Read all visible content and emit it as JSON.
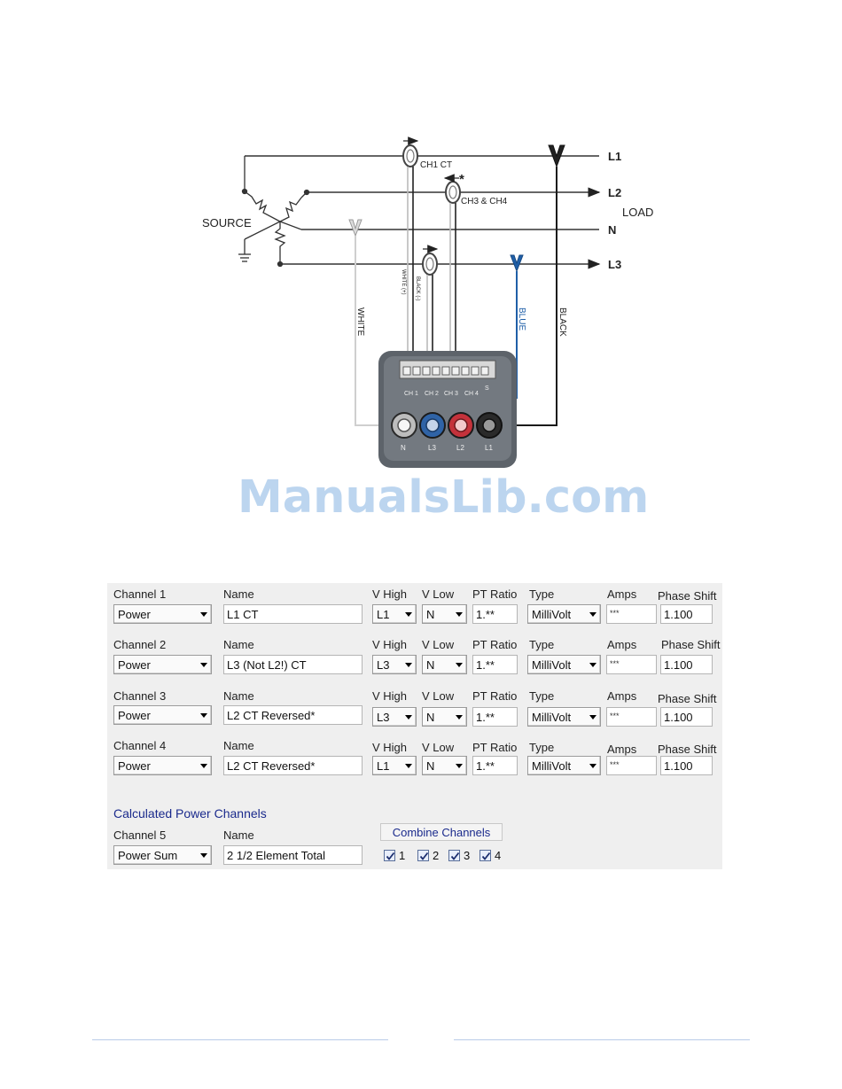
{
  "diagram": {
    "line_labels": [
      "L1",
      "L2",
      "N",
      "L3"
    ],
    "load_label": "LOAD",
    "source_label": "SOURCE",
    "ct_labels": {
      "ch1": "CH1 CT",
      "ch34": "CH3 & CH4"
    },
    "asterisk": "*",
    "wire_labels": {
      "white": "WHITE",
      "blue": "BLUE",
      "black": "BLACK",
      "ct_white": "WHITE (+)",
      "ct_black": "BLACK (-)"
    },
    "terminal_labels": [
      "CH 1",
      "CH 2",
      "CH 3",
      "CH 4",
      "S"
    ],
    "jack_labels": [
      "N",
      "L3",
      "L2",
      "L1"
    ],
    "colors": {
      "white_wire": "#cfcfcf",
      "blue_wire": "#1f5fa8",
      "black_wire": "#1a1a1a",
      "meter_body": "#5d636a"
    }
  },
  "watermark": "ManualsLib.com",
  "config": {
    "headers": {
      "name": "Name",
      "v_high": "V High",
      "v_low": "V Low",
      "pt_ratio": "PT Ratio",
      "type": "Type",
      "amps": "Amps",
      "phase_shift": "Phase Shift"
    },
    "channels": [
      {
        "label": "Channel 1",
        "mode": "Power",
        "name": "L1 CT",
        "v_high": "L1",
        "v_low": "N",
        "pt_ratio": "1.**",
        "type": "MilliVolt",
        "amps": "***",
        "phase_shift": "1.100"
      },
      {
        "label": "Channel 2",
        "mode": "Power",
        "name": "L3 (Not L2!) CT",
        "v_high": "L3",
        "v_low": "N",
        "pt_ratio": "1.**",
        "type": "MilliVolt",
        "amps": "***",
        "phase_shift": "1.100"
      },
      {
        "label": "Channel 3",
        "mode": "Power",
        "name": "L2 CT Reversed*",
        "v_high": "L3",
        "v_low": "N",
        "pt_ratio": "1.**",
        "type": "MilliVolt",
        "amps": "***",
        "phase_shift": "1.100"
      },
      {
        "label": "Channel 4",
        "mode": "Power",
        "name": "L2 CT Reversed*",
        "v_high": "L1",
        "v_low": "N",
        "pt_ratio": "1.**",
        "type": "MilliVolt",
        "amps": "***",
        "phase_shift": "1.100"
      }
    ],
    "calculated": {
      "title": "Calculated Power Channels",
      "label": "Channel 5",
      "name_header": "Name",
      "mode": "Power Sum",
      "name": "2 1/2 Element Total",
      "combine_label": "Combine Channels",
      "checks": [
        {
          "label": "1",
          "checked": true
        },
        {
          "label": "2",
          "checked": true
        },
        {
          "label": "3",
          "checked": true
        },
        {
          "label": "4",
          "checked": true
        }
      ]
    }
  }
}
